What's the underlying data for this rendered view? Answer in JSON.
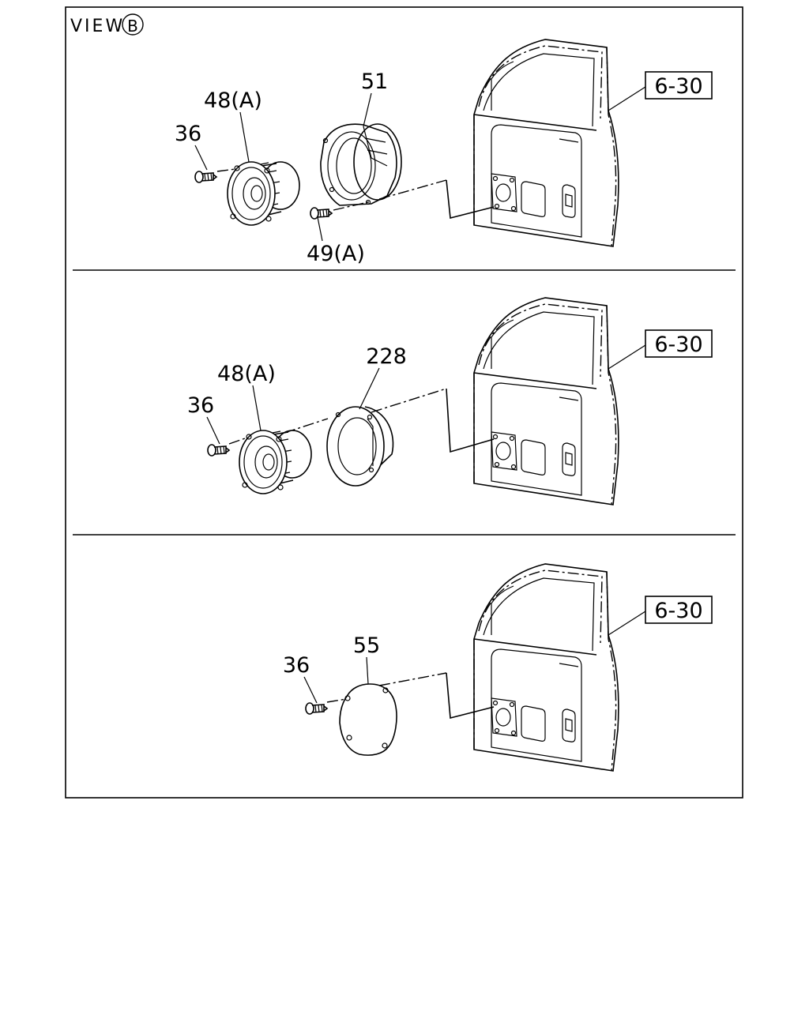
{
  "view": {
    "prefix": "VIEW",
    "letter": "B"
  },
  "panels": [
    {
      "id": "top",
      "ref": "6-30",
      "labels": {
        "screw": "36",
        "speaker": "48(A)",
        "adapter": "51",
        "screw2": "49(A)"
      }
    },
    {
      "id": "middle",
      "ref": "6-30",
      "labels": {
        "screw": "36",
        "speaker": "48(A)",
        "adapter": "228"
      }
    },
    {
      "id": "bottom",
      "ref": "6-30",
      "labels": {
        "screw": "36",
        "cover": "55"
      }
    }
  ]
}
